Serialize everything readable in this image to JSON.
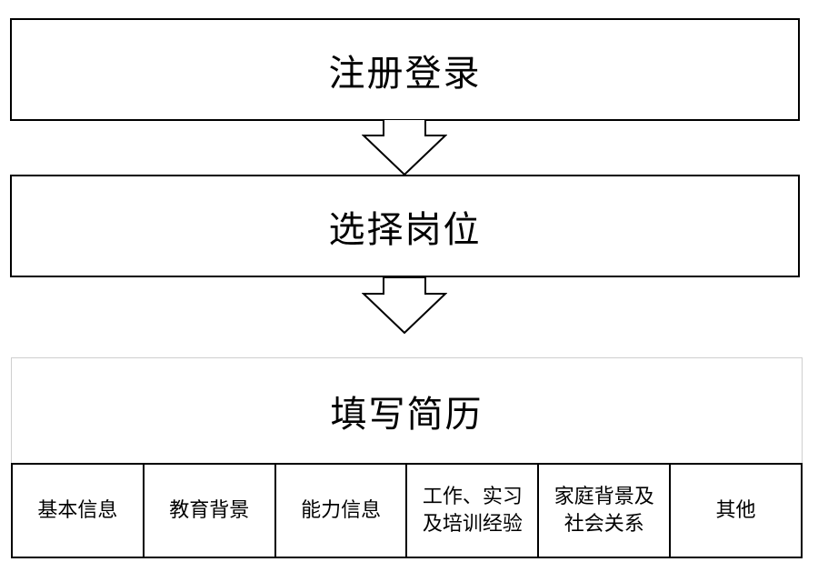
{
  "steps": {
    "register": "注册登录",
    "select_position": "选择岗位",
    "fill_resume": "填写简历"
  },
  "resume_sections": [
    "基本信息",
    "教育背景",
    "能力信息",
    "工作、实习及培训经验",
    "家庭背景及社会关系",
    "其他"
  ]
}
